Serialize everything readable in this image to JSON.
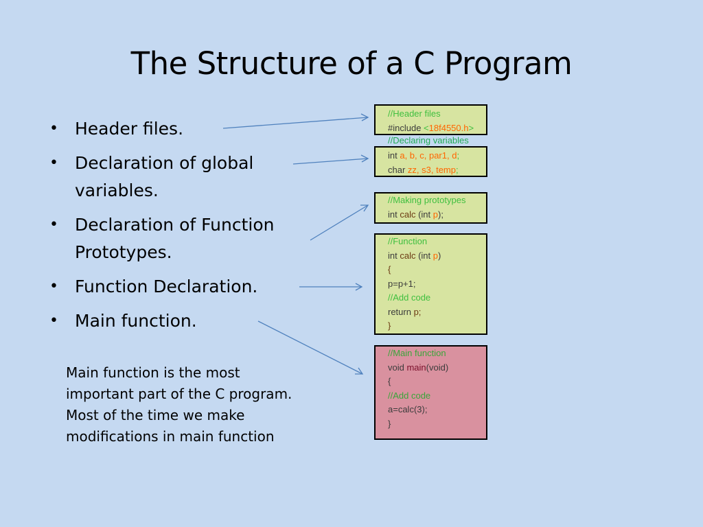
{
  "title": "The Structure of a C Program",
  "bullets": [
    "Header files.",
    "Declaration of global variables.",
    "Declaration of Function Prototypes.",
    "Function Declaration.",
    "Main function."
  ],
  "bullets_display": {
    "b2_l1": "Declaration of global",
    "b2_l2": "variables.",
    "b3_l1": "Declaration of Function",
    "b3_l2": "Prototypes."
  },
  "bullet_symbol": "•",
  "note": [
    "Main function is the most",
    "important part of the C program.",
    "Most of the time we make",
    "modifications in main function"
  ],
  "code": {
    "headers": {
      "comment": "//Header files",
      "include_kw": "#include ",
      "lt": "<",
      "file": "18f4550.h",
      "gt": ">"
    },
    "variables": {
      "comment": "//Declaring variables",
      "int_kw": "int ",
      "int_vars": "a, b, c, par1, d",
      "semi1": ";",
      "char_kw": "char ",
      "char_vars": "zz, s3, temp",
      "semi2": ";"
    },
    "prototypes": {
      "comment": "//Making prototypes",
      "int_kw": "int ",
      "name": "calc",
      "open": " (",
      "param_kw": "int ",
      "param": "p",
      "close": ");"
    },
    "function": {
      "comment": "//Function",
      "int_kw": "int ",
      "name": "calc",
      "open": " (",
      "param_kw": "int ",
      "param": "p",
      "close": ")",
      "brace_open": "{",
      "stmt": "p=p+1;",
      "add_comment": "//Add code",
      "return_kw": "return ",
      "return_val": "p;",
      "brace_close": "}"
    },
    "main": {
      "comment": "//Main function",
      "void_kw": "void ",
      "name": "main",
      "args": "(void)",
      "brace_open": "{",
      "add_comment": "//Add code",
      "stmt": "a=calc(3);",
      "brace_close": "}"
    }
  },
  "colors": {
    "background": "#c5d9f1",
    "code_box_green": "#d7e4a1",
    "code_box_pink": "#d9919f",
    "arrow": "#4f81bd",
    "comment": "#3fbf3f",
    "identifier": "#ff6600"
  }
}
